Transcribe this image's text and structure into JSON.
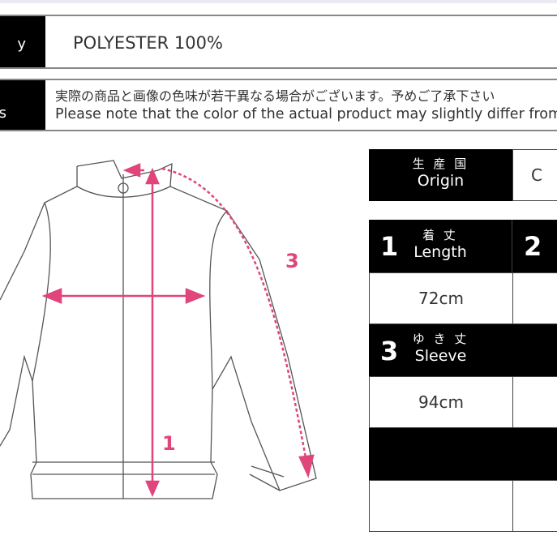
{
  "material": {
    "label_fragment": "y",
    "value": "POLYESTER 100%"
  },
  "notes": {
    "label_fragment": "s",
    "jp": "実際の商品と画像の色味が若干異なる場合がございます。予めご了承下さい",
    "en": "Please note that the color of the actual product may slightly differ from"
  },
  "origin": {
    "jp": "生 産 国",
    "en": "Origin",
    "value_fragment": "C"
  },
  "sizes": [
    {
      "num": "1",
      "jp": "着 丈",
      "en": "Length",
      "value": "72cm"
    },
    {
      "num": "3",
      "jp": "ゆ き 丈",
      "en": "Sleeve",
      "value": "94cm"
    }
  ],
  "col2_num": "2",
  "diagram_labels": {
    "length": "1",
    "sleeve": "3"
  },
  "colors": {
    "accent": "#e0457b"
  }
}
